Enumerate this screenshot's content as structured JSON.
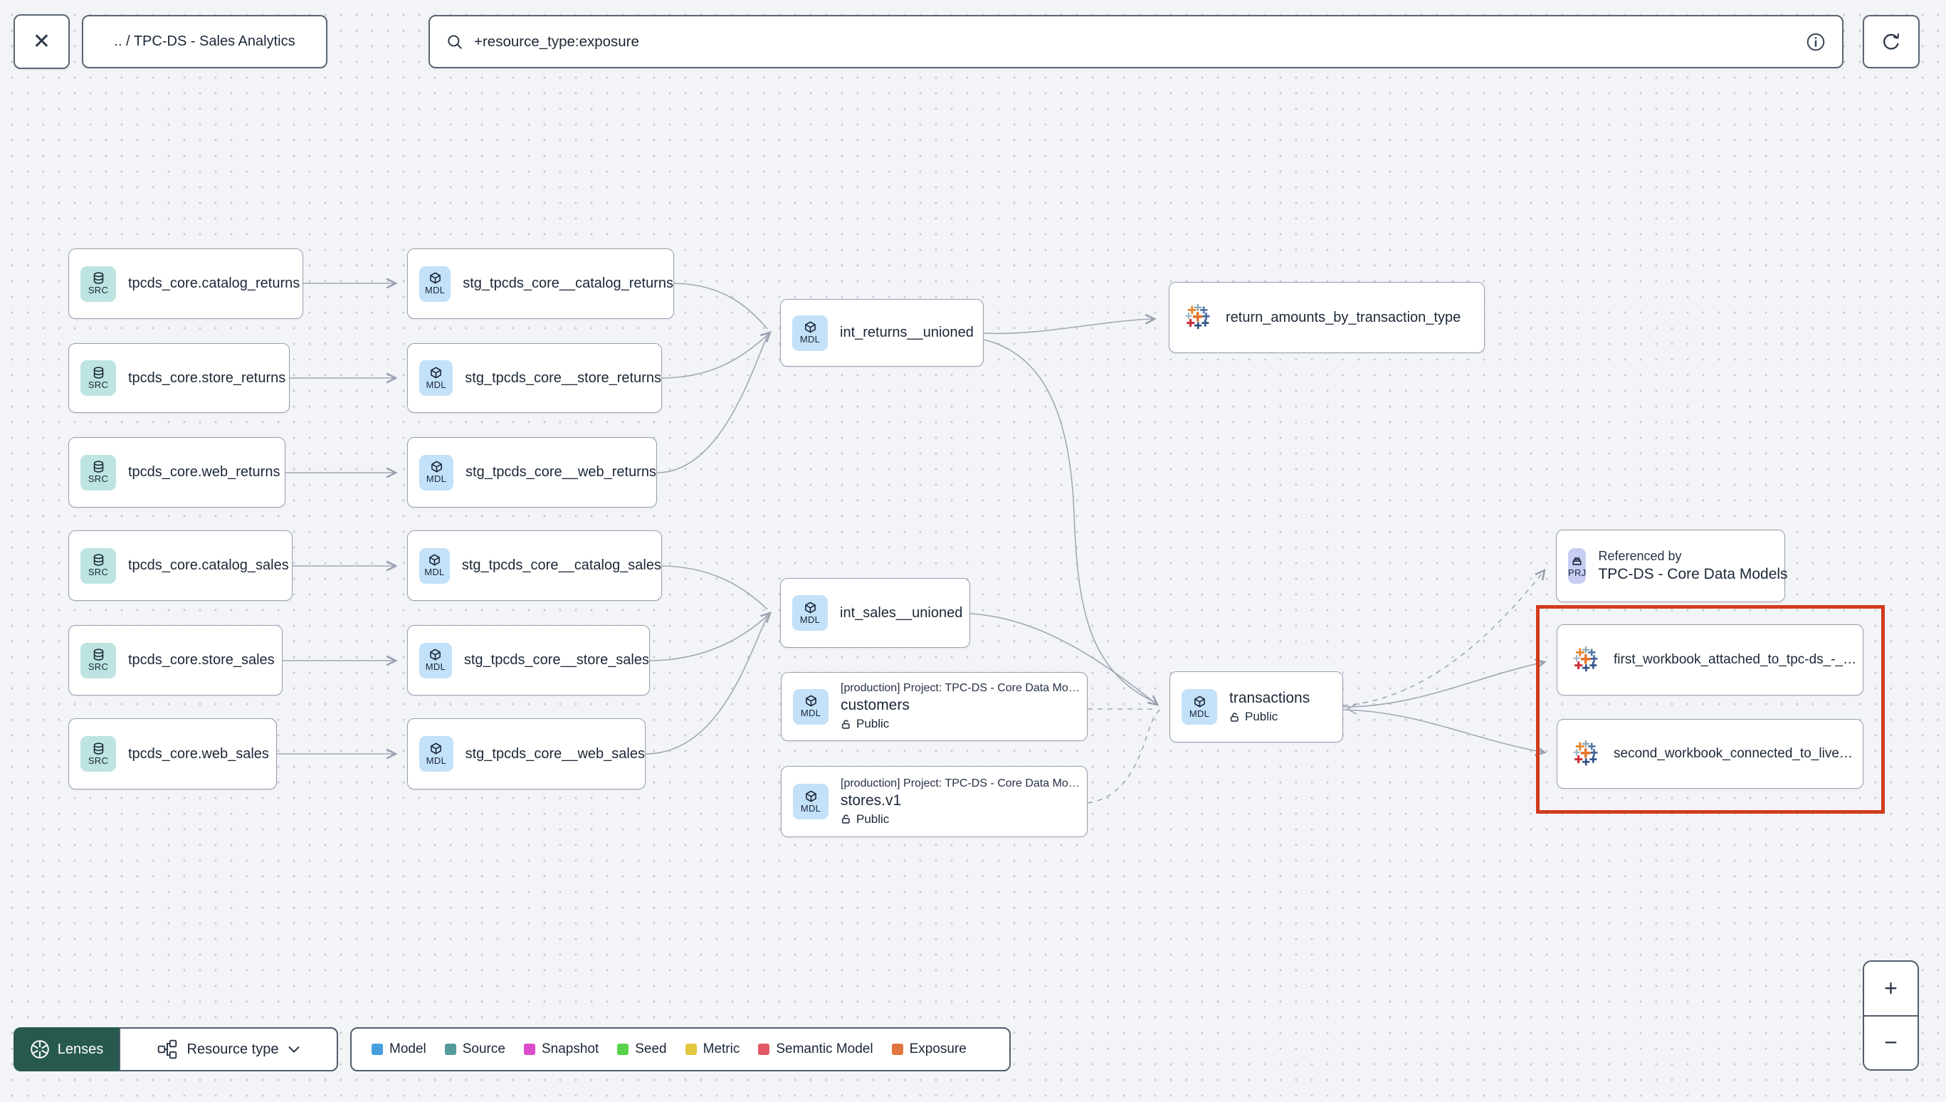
{
  "topbar": {
    "close_label": "✕",
    "breadcrumb": ".. / TPC-DS - Sales Analytics",
    "search_value": "+resource_type:exposure"
  },
  "graph": {
    "sources": [
      {
        "badge": "SRC",
        "label": "tpcds_core.catalog_returns"
      },
      {
        "badge": "SRC",
        "label": "tpcds_core.store_returns"
      },
      {
        "badge": "SRC",
        "label": "tpcds_core.web_returns"
      },
      {
        "badge": "SRC",
        "label": "tpcds_core.catalog_sales"
      },
      {
        "badge": "SRC",
        "label": "tpcds_core.store_sales"
      },
      {
        "badge": "SRC",
        "label": "tpcds_core.web_sales"
      }
    ],
    "staging": [
      {
        "badge": "MDL",
        "label": "stg_tpcds_core__catalog_returns"
      },
      {
        "badge": "MDL",
        "label": "stg_tpcds_core__store_returns"
      },
      {
        "badge": "MDL",
        "label": "stg_tpcds_core__web_returns"
      },
      {
        "badge": "MDL",
        "label": "stg_tpcds_core__catalog_sales"
      },
      {
        "badge": "MDL",
        "label": "stg_tpcds_core__store_sales"
      },
      {
        "badge": "MDL",
        "label": "stg_tpcds_core__web_sales"
      }
    ],
    "intermediate": [
      {
        "badge": "MDL",
        "label": "int_returns__unioned"
      },
      {
        "badge": "MDL",
        "label": "int_sales__unioned"
      }
    ],
    "public_models": [
      {
        "badge": "MDL",
        "project": "[production] Project: TPC-DS - Core Data Mo…",
        "label": "customers",
        "access": "Public"
      },
      {
        "badge": "MDL",
        "project": "[production] Project: TPC-DS - Core Data Mo…",
        "label": "stores.v1",
        "access": "Public"
      }
    ],
    "transactions": {
      "badge": "MDL",
      "label": "transactions",
      "access": "Public"
    },
    "referenced_by": {
      "badge": "PRJ",
      "title": "Referenced by",
      "label": "TPC-DS - Core Data Models"
    },
    "exposures": [
      {
        "label": "return_amounts_by_transaction_type"
      },
      {
        "label": "first_workbook_attached_to_tpc-ds_-_…"
      },
      {
        "label": "second_workbook_connected_to_live…"
      }
    ]
  },
  "footer": {
    "lenses_label": "Lenses",
    "resource_type_label": "Resource type",
    "legend": [
      {
        "label": "Model",
        "color": "#479FE0"
      },
      {
        "label": "Source",
        "color": "#569B9B"
      },
      {
        "label": "Snapshot",
        "color": "#DB4BCB"
      },
      {
        "label": "Seed",
        "color": "#57D148"
      },
      {
        "label": "Metric",
        "color": "#E3C63F"
      },
      {
        "label": "Semantic Model",
        "color": "#E25A66"
      },
      {
        "label": "Exposure",
        "color": "#E0763E"
      }
    ]
  },
  "zoom_controls": {
    "zoom_in": "+",
    "zoom_out": "−"
  },
  "highlight_color": "#d23b1c"
}
